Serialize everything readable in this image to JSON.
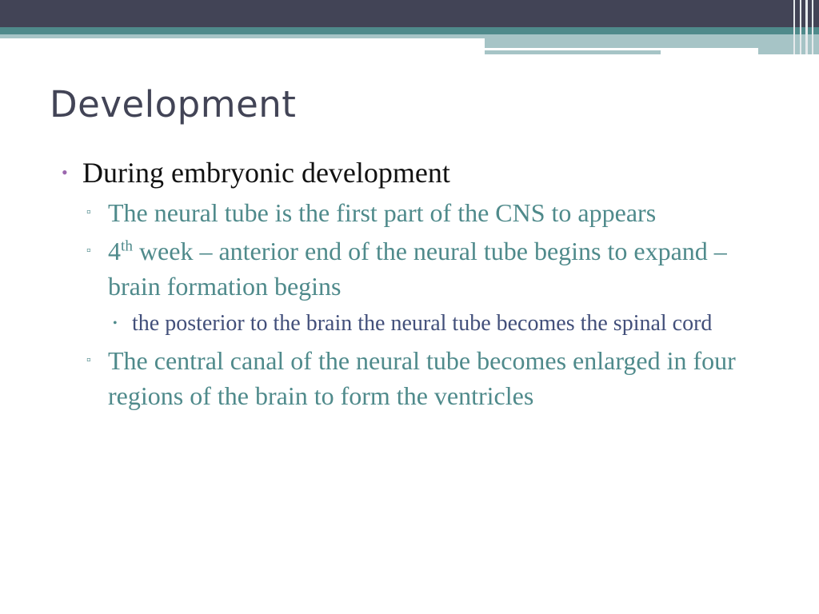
{
  "colors": {
    "banner_dark": "#424456",
    "banner_teal": "#4f8a8b",
    "banner_teal_light": "#a6c4c6",
    "title": "#424456",
    "level1_text": "#111111",
    "level1_bullet": "#9b67ae",
    "level2_text": "#4f8a8b",
    "level3_text": "#424f7a"
  },
  "slide": {
    "title": "Development",
    "bullets": {
      "b1": {
        "glyph": "•",
        "text": "During embryonic development"
      },
      "b1_1": {
        "glyph": "▫",
        "text": "The neural tube is the first part of the CNS to appears"
      },
      "b1_2": {
        "glyph": "▫",
        "number": "4",
        "superscript": "th",
        "text": " week – anterior end of the neural tube begins to expand – brain formation begins"
      },
      "b1_2_1": {
        "glyph": "•",
        "text": "the posterior to the brain the neural tube becomes the spinal cord"
      },
      "b1_3": {
        "glyph": "▫",
        "text": "The central canal of the neural tube becomes enlarged in four regions of the brain to form the ventricles"
      }
    }
  }
}
